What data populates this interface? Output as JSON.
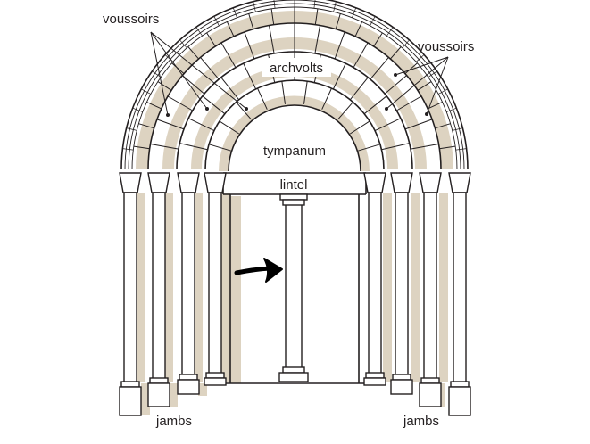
{
  "labels": {
    "voussoirs_left": "voussoirs",
    "voussoirs_right": "voussoirs",
    "archivolts": "archvolts",
    "tympanum": "tympanum",
    "lintel": "lintel",
    "jambs_left": "jambs",
    "jambs_right": "jambs"
  },
  "colors": {
    "line": "#231f20",
    "shadow": "#ddd3c1",
    "arrow": "#000000",
    "background": "#ffffff"
  },
  "pointer": {
    "icon": "arrow-right-icon"
  }
}
